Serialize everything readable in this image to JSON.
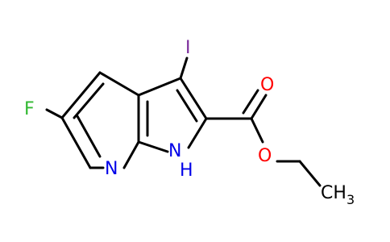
{
  "molecule": {
    "atoms": {
      "fluorine": "F",
      "iodine": "I",
      "pyridine_nitrogen": "N",
      "pyrrole_nitrogen": "N",
      "pyrrole_hydrogen": "H",
      "carbonyl_oxygen": "O",
      "ester_oxygen": "O",
      "methyl_carbon": "CH",
      "methyl_subscript": "3"
    },
    "colors": {
      "bond": "#000000",
      "nitrogen": "#0000e8",
      "oxygen": "#ff0000",
      "fluorine": "#30b830",
      "iodine": "#7a2a9a"
    }
  }
}
